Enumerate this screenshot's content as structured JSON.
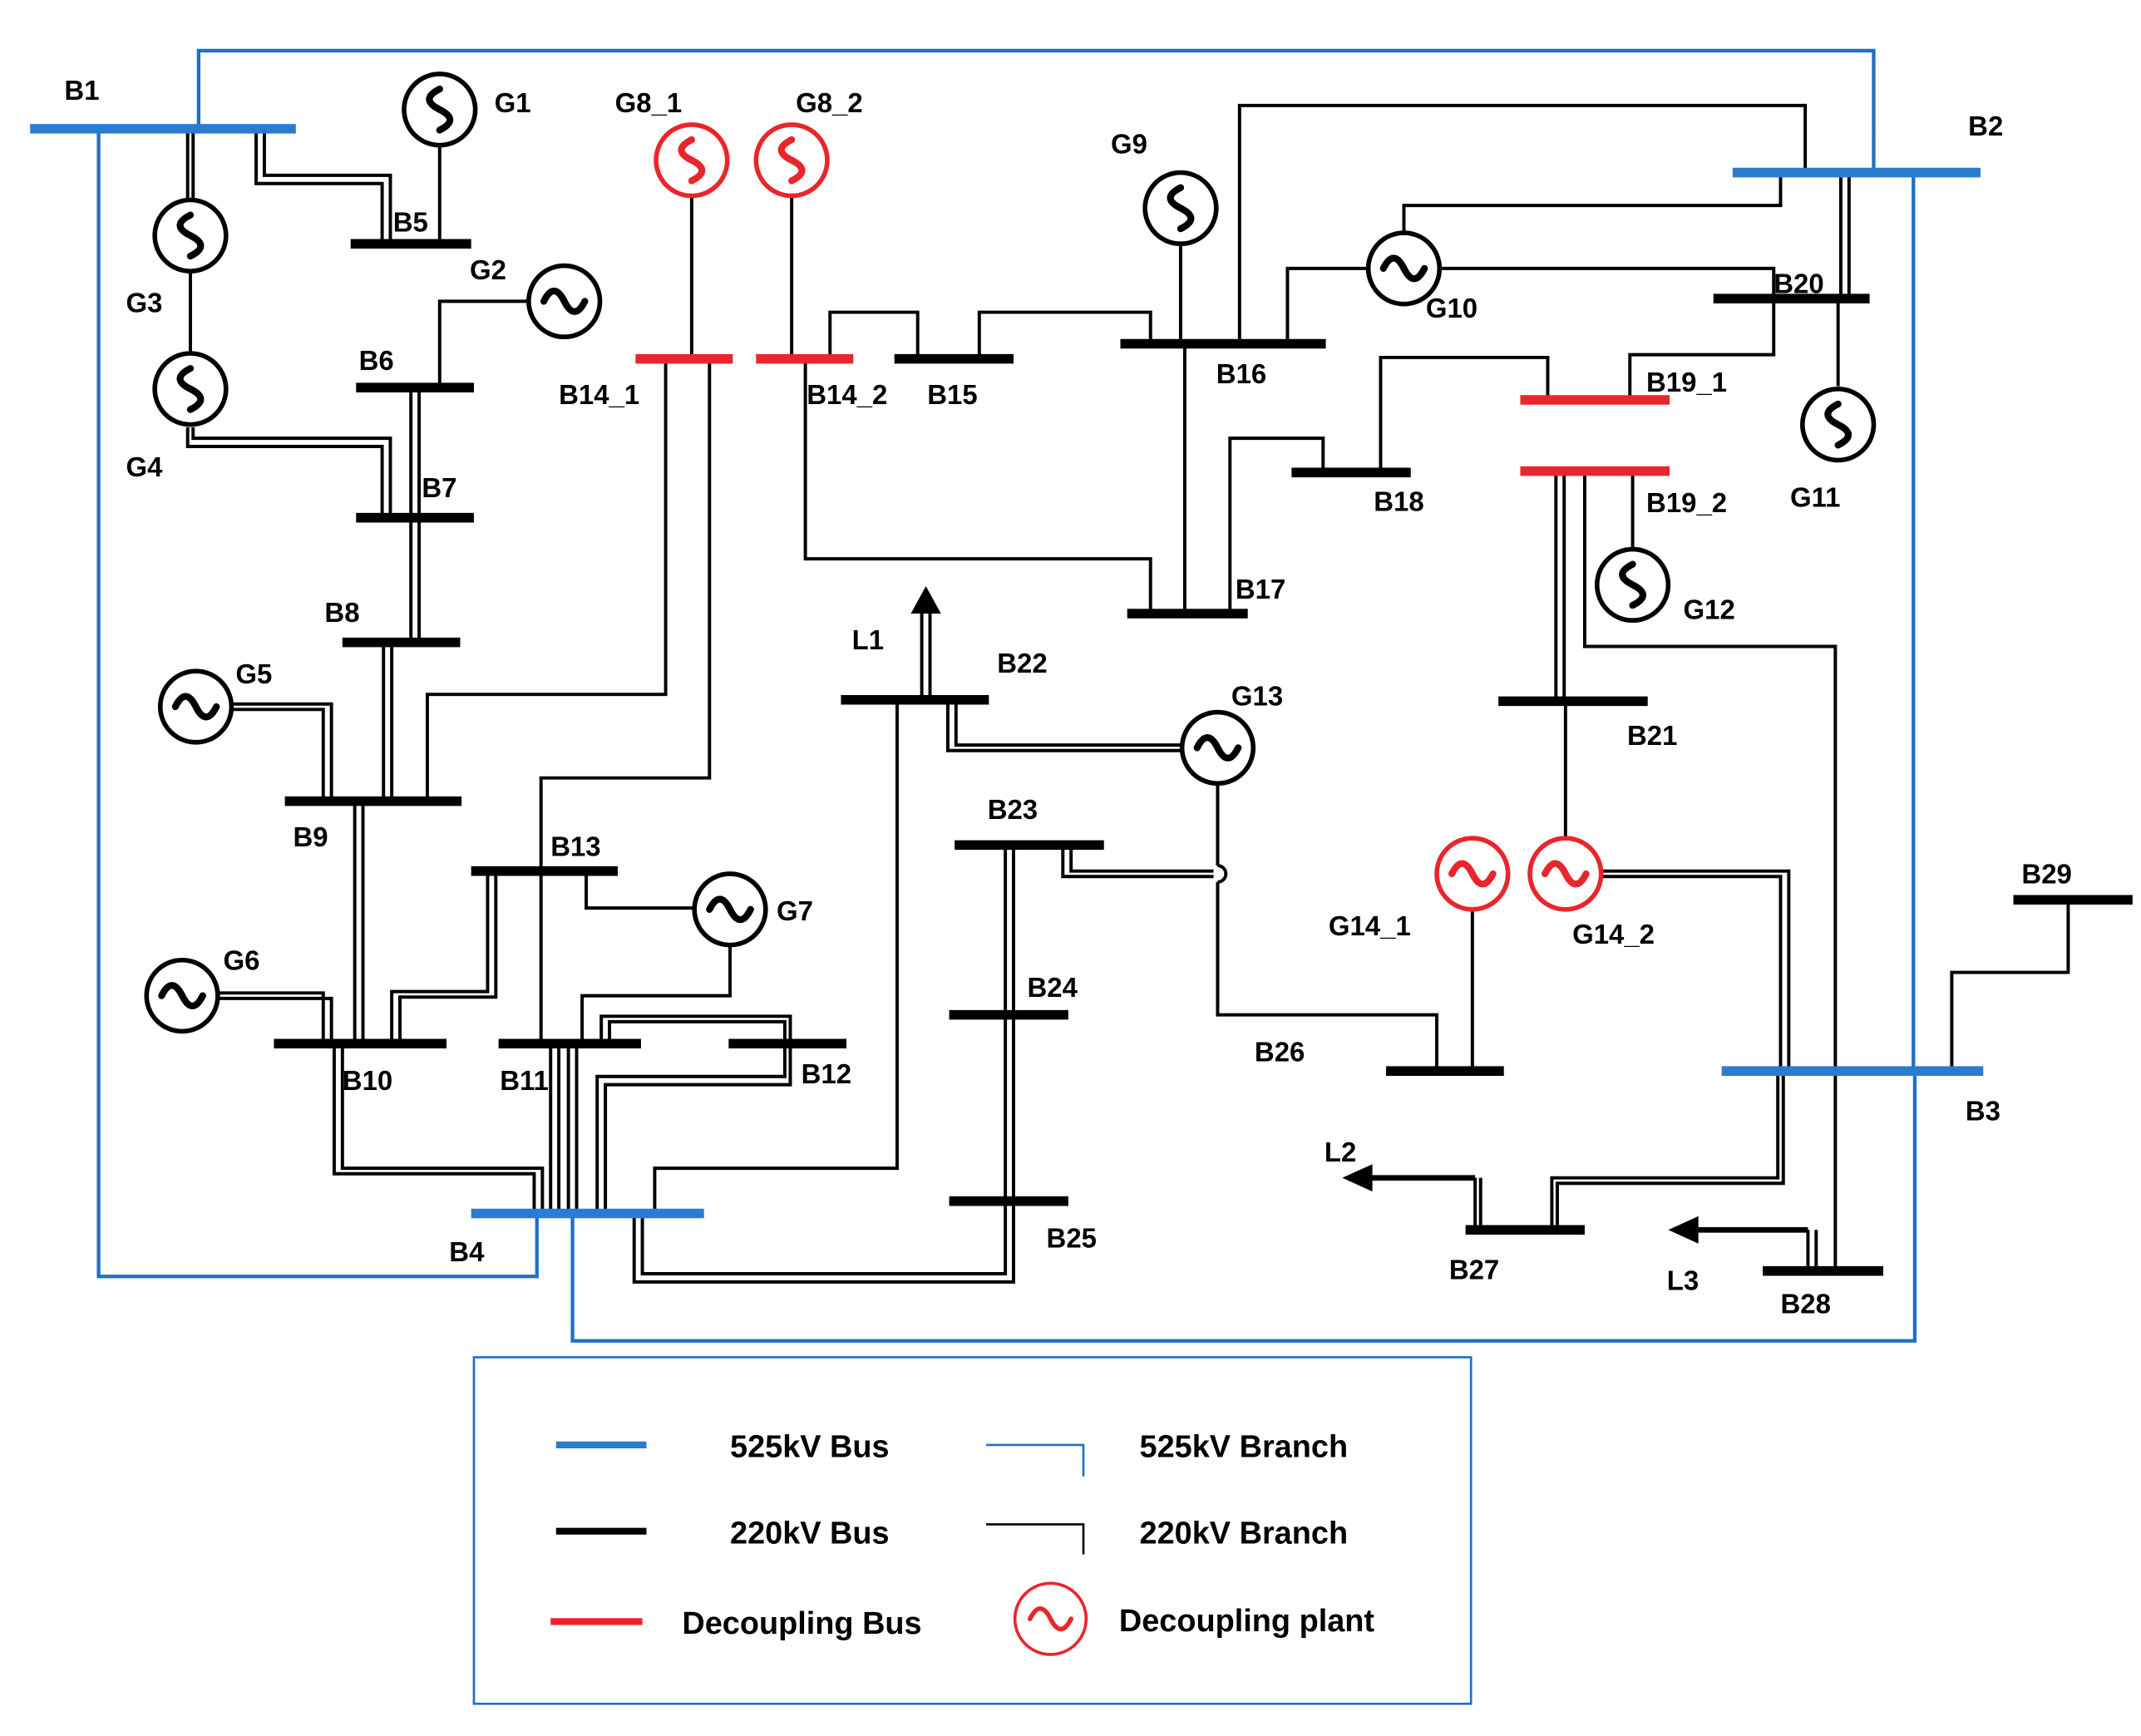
{
  "colors": {
    "bus_525": "#2b7bd0",
    "bus_220": "#000000",
    "bus_decoupling": "#e8262b",
    "branch_525": "#1f6fc6",
    "branch_220": "#000000",
    "decoupling_plant": "#e8262b"
  },
  "buses": {
    "B1": "B1",
    "B2": "B2",
    "B3": "B3",
    "B4": "B4",
    "B5": "B5",
    "B6": "B6",
    "B7": "B7",
    "B8": "B8",
    "B9": "B9",
    "B10": "B10",
    "B11": "B11",
    "B12": "B12",
    "B13": "B13",
    "B14_1": "B14_1",
    "B14_2": "B14_2",
    "B15": "B15",
    "B16": "B16",
    "B17": "B17",
    "B18": "B18",
    "B19_1": "B19_1",
    "B19_2": "B19_2",
    "B20": "B20",
    "B21": "B21",
    "B22": "B22",
    "B23": "B23",
    "B24": "B24",
    "B25": "B25",
    "B26": "B26",
    "B27": "B27",
    "B28": "B28",
    "B29": "B29"
  },
  "generators": {
    "G1": "G1",
    "G2": "G2",
    "G3": "G3",
    "G4": "G4",
    "G5": "G5",
    "G6": "G6",
    "G7": "G7",
    "G8_1": "G8_1",
    "G8_2": "G8_2",
    "G9": "G9",
    "G10": "G10",
    "G11": "G11",
    "G12": "G12",
    "G13": "G13",
    "G14_1": "G14_1",
    "G14_2": "G14_2"
  },
  "loads": {
    "L1": "L1",
    "L2": "L2",
    "L3": "L3"
  },
  "legend": {
    "bus_525": "525kV Bus",
    "branch_525": "525kV Branch",
    "bus_220": "220kV Bus",
    "branch_220": "220kV Branch",
    "bus_decoupling": "Decoupling Bus",
    "plant_decoupling": "Decoupling plant"
  }
}
